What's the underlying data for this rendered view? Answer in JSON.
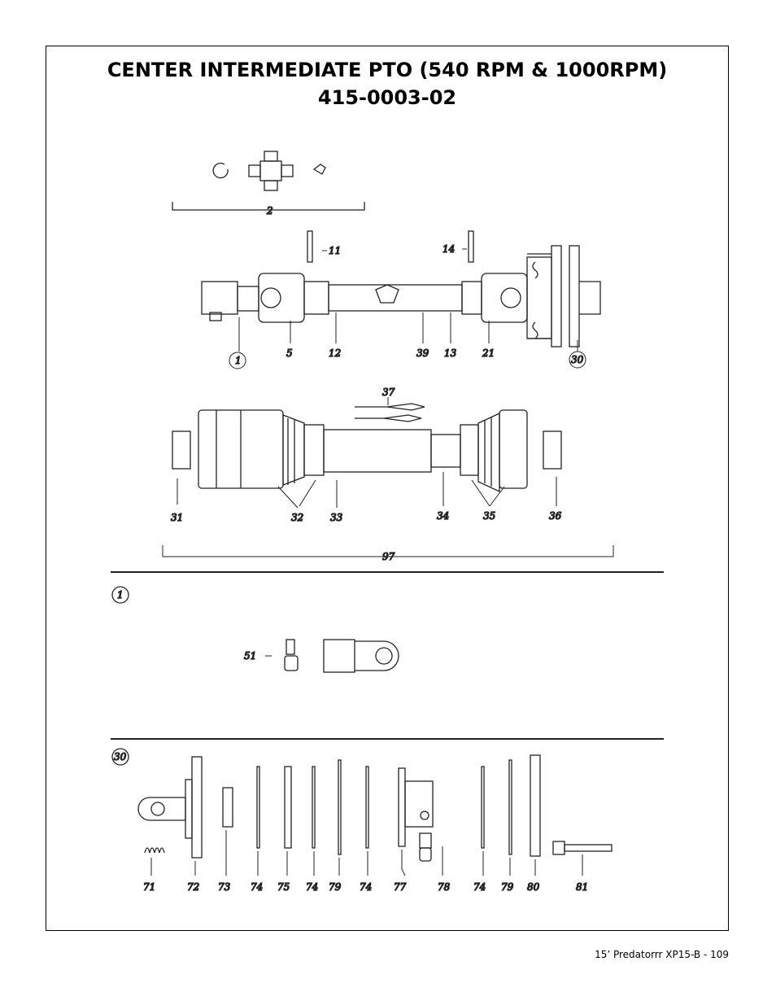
{
  "title_line1": "CENTER INTERMEDIATE PTO (540 RPM & 1000RPM)",
  "title_line2": "415-0003-02",
  "footer": "15’ Predatorrr XP15-B - 109",
  "callouts_top": [
    "2",
    "11",
    "14",
    "1",
    "5",
    "12",
    "39",
    "13",
    "21",
    "30"
  ],
  "callouts_mid": [
    "37",
    "31",
    "32",
    "33",
    "34",
    "35",
    "36",
    "97"
  ],
  "detail_1": {
    "ref": "1",
    "parts": [
      "51"
    ]
  },
  "detail_30": {
    "ref": "30",
    "parts": [
      "71",
      "72",
      "73",
      "74",
      "75",
      "74",
      "79",
      "74",
      "77",
      "78",
      "74",
      "79",
      "80",
      "81"
    ]
  }
}
